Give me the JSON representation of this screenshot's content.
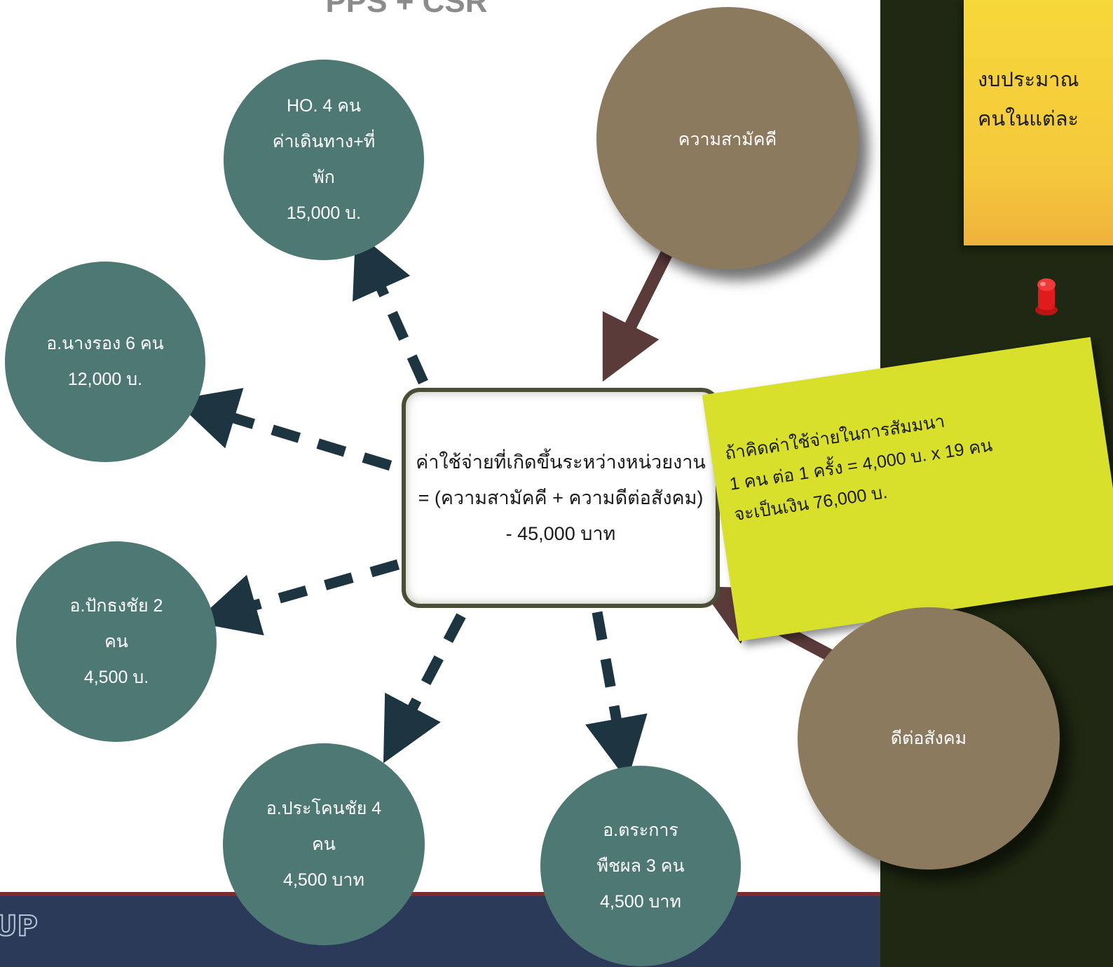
{
  "title": "PPS + CSR",
  "footer": {
    "logo_text": "UP",
    "band_color": "#2b3a59",
    "band_border_color": "#7b2d2d"
  },
  "center_box": {
    "text": "ค่าใช้จ่ายที่เกิดขึ้นระหว่างหน่วยงาน\n= (ความสามัคคี + ความดีต่อสังคม)\n- 45,000 บาท"
  },
  "sources": [
    {
      "id": "unity",
      "label": "ความสามัคคี"
    },
    {
      "id": "csr",
      "label": "ดีต่อสังคม"
    }
  ],
  "units": [
    {
      "id": "ho",
      "label": "HO. 4 คน\nค่าเดินทาง+ที่\nพัก\n15,000 บ."
    },
    {
      "id": "nangrong",
      "label": "อ.นางรอง 6 คน\n12,000 บ."
    },
    {
      "id": "pakthongchai",
      "label": "อ.ปักธงชัย 2\nคน\n4,500 บ."
    },
    {
      "id": "prakhonchai",
      "label": "อ.ประโคนชัย 4\nคน\n4,500 บาท"
    },
    {
      "id": "trakan",
      "label": "อ.ตระการ\nพืชผล 3 คน\n4,500 บาท"
    }
  ],
  "notes": {
    "budget": "งบประมาณ\nคนในแต่ละ",
    "seminar": "ถ้าคิดค่าใช้จ่ายในการสัมมนา\n1 คน ต่อ 1 ครั้ง = 4,000 บ. x 19 คน\nจะเป็นเงิน 76,000 บ."
  },
  "colors": {
    "unit_bubble": "#4d7874",
    "source_bubble": "#8b7a5d",
    "dashed_arrow": "#1c3540",
    "solid_arrow": "#5b3a3a",
    "board": "#1f2812",
    "note_yellow": "#f5c83b",
    "note_green": "#d9e02c"
  }
}
